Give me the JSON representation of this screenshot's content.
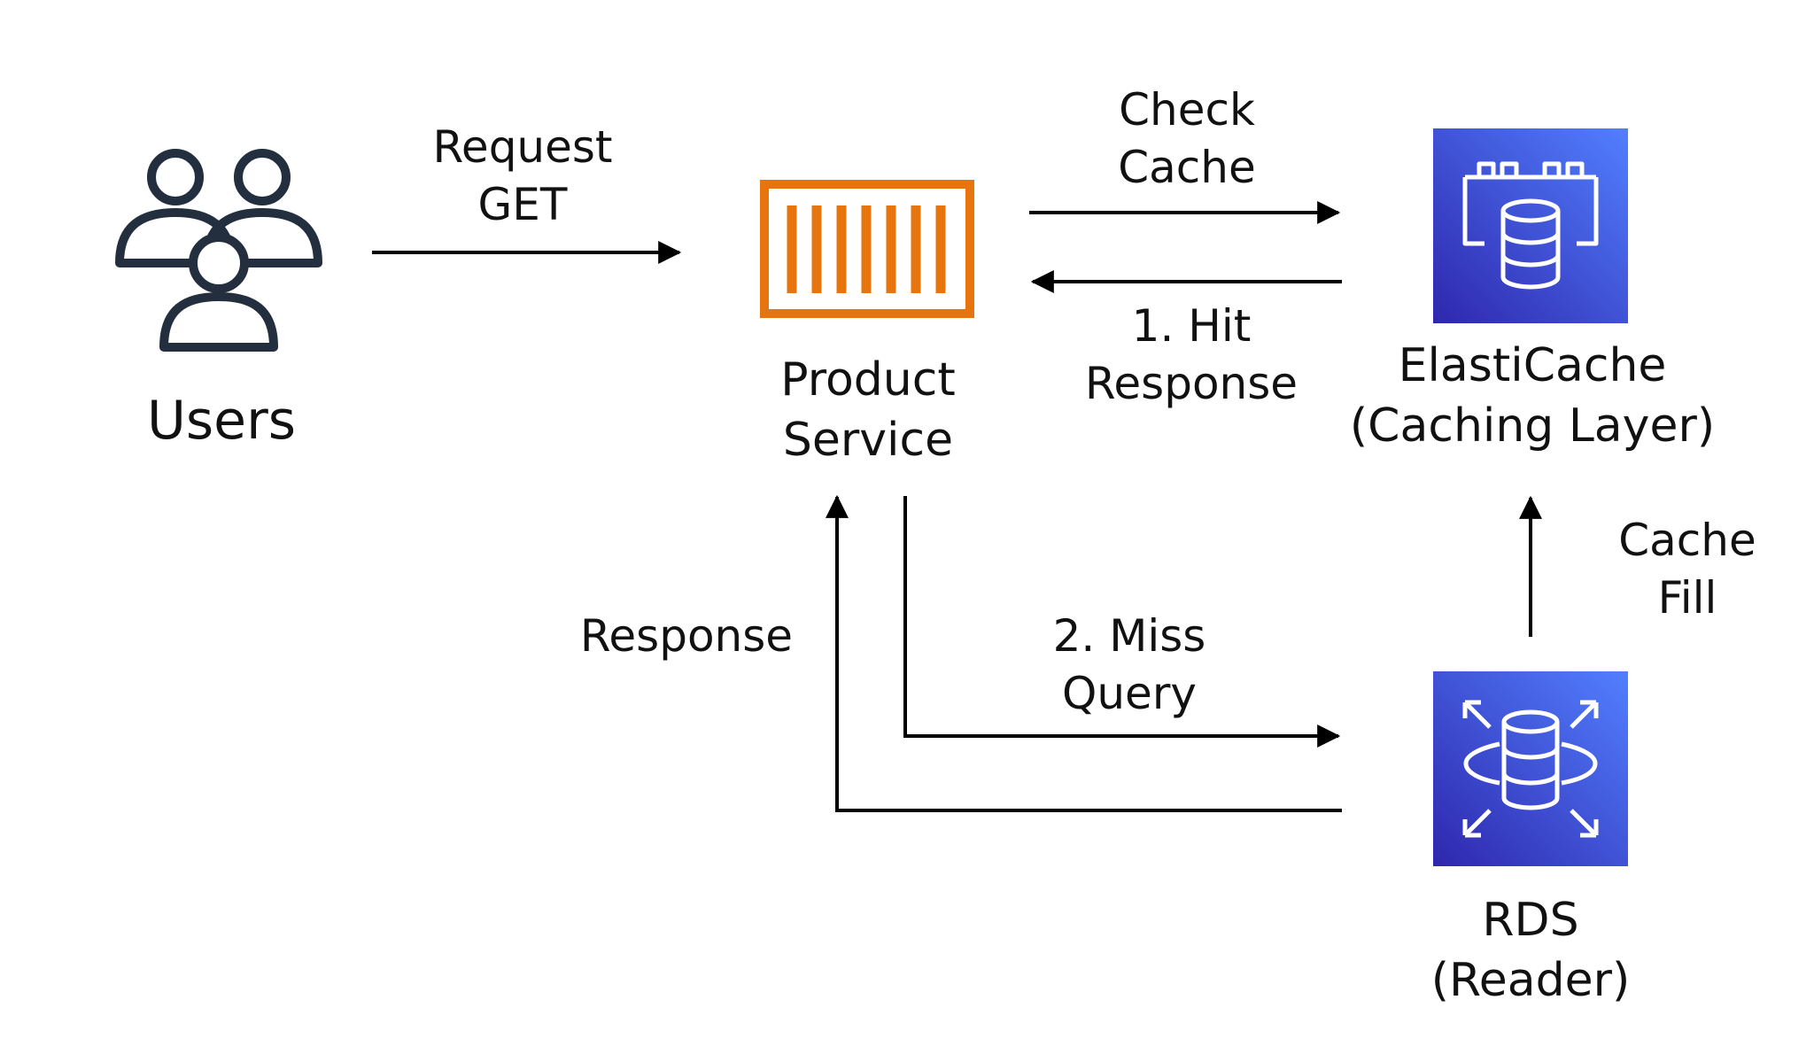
{
  "nodes": {
    "users": {
      "label": "Users",
      "icon": "users-icon"
    },
    "product_service": {
      "label_lines": [
        "Product",
        "Service"
      ],
      "icon": "container-icon",
      "color": "#E8740E"
    },
    "elasticache": {
      "label_lines": [
        "ElastiCache",
        "(Caching Layer)"
      ],
      "icon": "elasticache-icon",
      "color": "#3B48CC"
    },
    "rds": {
      "label_lines": [
        "RDS",
        "(Reader)"
      ],
      "icon": "rds-icon",
      "color": "#3B48CC"
    }
  },
  "edges": {
    "request": {
      "lines": [
        "Request",
        "GET"
      ]
    },
    "check_cache": {
      "lines": [
        "Check",
        "Cache"
      ]
    },
    "hit_response": {
      "lines": [
        "1. Hit",
        "Response"
      ]
    },
    "miss_query": {
      "lines": [
        "2. Miss",
        "Query"
      ]
    },
    "response": {
      "lines": [
        "Response"
      ]
    },
    "cache_fill": {
      "lines": [
        "Cache",
        "Fill"
      ]
    }
  }
}
